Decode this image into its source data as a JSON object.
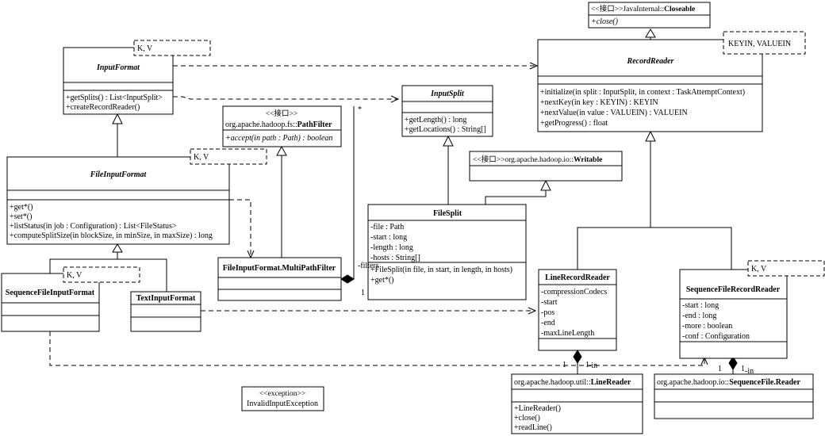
{
  "diagram": {
    "closeable": {
      "stereo": "<<接口>>JavaInternal::",
      "name": "Closeable",
      "op": "+close()"
    },
    "record_reader": {
      "template": "KEYIN, VALUEIN",
      "name": "RecordReader",
      "ops": [
        "+initialize(in split : InputSplit, in context : TaskAttemptContext)",
        "+nextKey(in key : KEYIN) : KEYIN",
        "+nextValue(in value : VALUEIN) : VALUEIN",
        "+getProgress() : float"
      ]
    },
    "input_format": {
      "template": "K, V",
      "name": "InputFormat",
      "ops": [
        "+getSplits() : List<InputSplit>",
        "+createRecordReader()"
      ]
    },
    "input_split": {
      "name": "InputSplit",
      "ops": [
        "+getLength() : long",
        "+getLocations() : String[]"
      ]
    },
    "path_filter": {
      "stereo": "<<接口>>",
      "pkg": "org.apache.hadoop.fs::",
      "name": "PathFilter",
      "op": "+accept(in path : Path) : boolean"
    },
    "file_input_format": {
      "template": "K, V",
      "name": "FileInputFormat",
      "ops": [
        "+get*()",
        "+set*()",
        "+listStatus(in job : Configuration) : List<FileStatus>",
        "+computeSplitSize(in blockSize, in minSize, in maxSize) : long"
      ]
    },
    "writable": {
      "stereo": "<<接口>>org.apache.hadoop.io::",
      "name": "Writable"
    },
    "file_split": {
      "name": "FileSplit",
      "attrs": [
        "-file : Path",
        "-start : long",
        "-length : long",
        "-hosts : String[]"
      ],
      "ops": [
        "+FileSplit(in file, in start, in length, in hosts)",
        "+get*()"
      ]
    },
    "multi_path_filter": {
      "name": "FileInputFormat.MultiPathFilter"
    },
    "sequence_file_input_format": {
      "template": "K, V",
      "name": "SequenceFileInputFormat"
    },
    "text_input_format": {
      "name": "TextInputFormat"
    },
    "line_record_reader": {
      "name": "LineRecordReader",
      "attrs": [
        "-compressionCodecs",
        "-start",
        "-pos",
        "-end",
        "-maxLineLength"
      ]
    },
    "sequence_file_record_reader": {
      "template": "K, V",
      "name": "SequenceFileRecordReader",
      "attrs": [
        "-start : long",
        "-end : long",
        "-more : boolean",
        "-conf : Configuration"
      ]
    },
    "line_reader": {
      "pkg": "org.apache.hadoop.util::",
      "name": "LineReader",
      "ops": [
        "+LineReader()",
        "+close()",
        "+readLine()"
      ]
    },
    "sequence_file_reader": {
      "pkg": "org.apache.hadoop.io::",
      "name": "SequenceFile.Reader"
    },
    "invalid_input_exception": {
      "stereo": "<<exception>>",
      "name": "InvalidInputException"
    },
    "labels": {
      "star": "*",
      "filters": "-filters",
      "one": "1",
      "in": "-in"
    }
  }
}
